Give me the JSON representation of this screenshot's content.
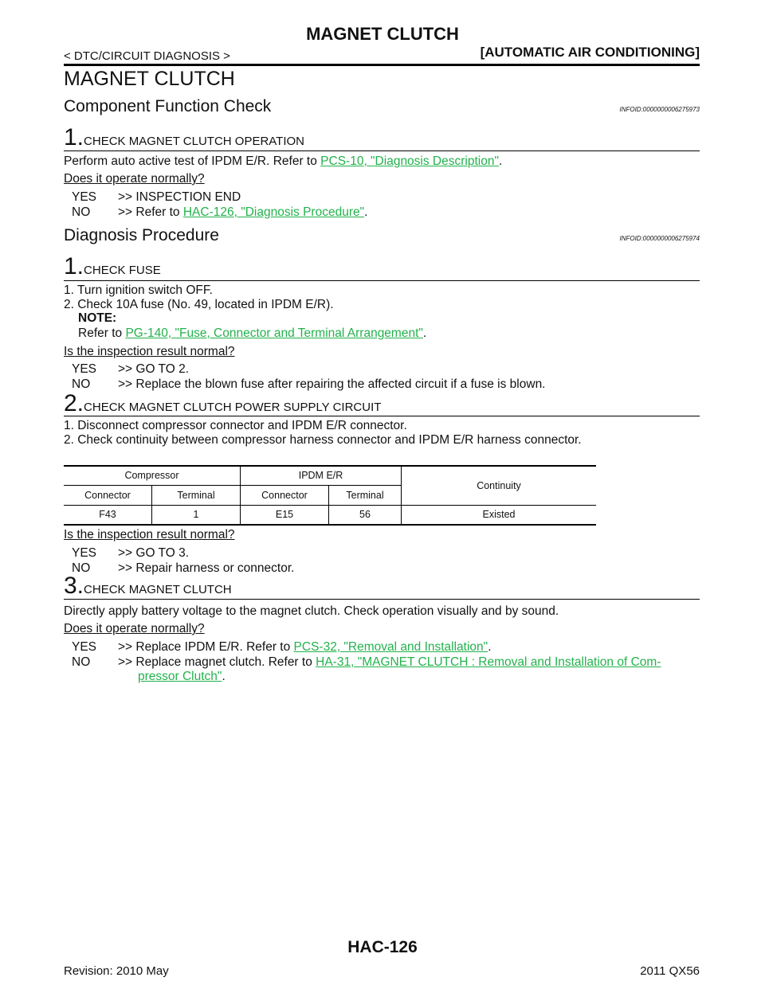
{
  "header": {
    "title": "MAGNET CLUTCH",
    "left": "< DTC/CIRCUIT DIAGNOSIS >",
    "right": "[AUTOMATIC AIR CONDITIONING]"
  },
  "main_title": "MAGNET CLUTCH",
  "component_check": {
    "heading": "Component Function Check",
    "infoid": "INFOID:0000000006275973",
    "step1": {
      "num": "1.",
      "title": "CHECK MAGNET CLUTCH OPERATION",
      "text_pre": "Perform auto active test of IPDM E/R. Refer to ",
      "link": "PCS-10, \"Diagnosis Description\"",
      "text_post": ".",
      "question": "Does it operate normally?",
      "yes_label": "YES",
      "yes_text": ">> INSPECTION END",
      "no_label": "NO",
      "no_pre": ">> Refer to ",
      "no_link": "HAC-126, \"Diagnosis Procedure\"",
      "no_post": "."
    }
  },
  "diagnosis": {
    "heading": "Diagnosis Procedure",
    "infoid": "INFOID:0000000006275974",
    "step1": {
      "num": "1.",
      "title": "CHECK FUSE",
      "item1": "1.  Turn ignition switch OFF.",
      "item2": "2.  Check 10A fuse (No. 49, located in IPDM E/R).",
      "note_label": "NOTE:",
      "note_pre": "Refer to ",
      "note_link": "PG-140, \"Fuse, Connector and Terminal Arrangement\"",
      "note_post": ".",
      "question": "Is the inspection result normal?",
      "yes_label": "YES",
      "yes_text": ">> GO TO 2.",
      "no_label": "NO",
      "no_text": ">> Replace the blown fuse after repairing the affected circuit if a fuse is blown."
    },
    "step2": {
      "num": "2.",
      "title": "CHECK MAGNET CLUTCH POWER SUPPLY CIRCUIT",
      "item1": "1.  Disconnect compressor connector and IPDM E/R connector.",
      "item2": "2.  Check continuity between compressor harness connector and IPDM E/R harness connector.",
      "table": {
        "group1": "Compressor",
        "group2": "IPDM E/R",
        "continuity": "Continuity",
        "sub": [
          "Connector",
          "Terminal",
          "Connector",
          "Terminal"
        ],
        "row": [
          "F43",
          "1",
          "E15",
          "56",
          "Existed"
        ]
      },
      "question": "Is the inspection result normal?",
      "yes_label": "YES",
      "yes_text": ">> GO TO 3.",
      "no_label": "NO",
      "no_text": ">> Repair harness or connector."
    },
    "step3": {
      "num": "3.",
      "title": "CHECK MAGNET CLUTCH",
      "text": "Directly apply battery voltage to the magnet clutch. Check operation visually and by sound.",
      "question": "Does it operate normally?",
      "yes_label": "YES",
      "yes_pre": ">> Replace IPDM E/R. Refer to ",
      "yes_link": "PCS-32, \"Removal and Installation\"",
      "yes_post": ".",
      "no_label": "NO",
      "no_pre": ">> Replace magnet clutch. Refer to ",
      "no_link": "HA-31, \"MAGNET CLUTCH : Removal and Installation of Com-",
      "no_link2": "pressor Clutch\"",
      "no_post": "."
    }
  },
  "footer": {
    "page": "HAC-126",
    "revision": "Revision: 2010 May",
    "model": "2011 QX56"
  }
}
